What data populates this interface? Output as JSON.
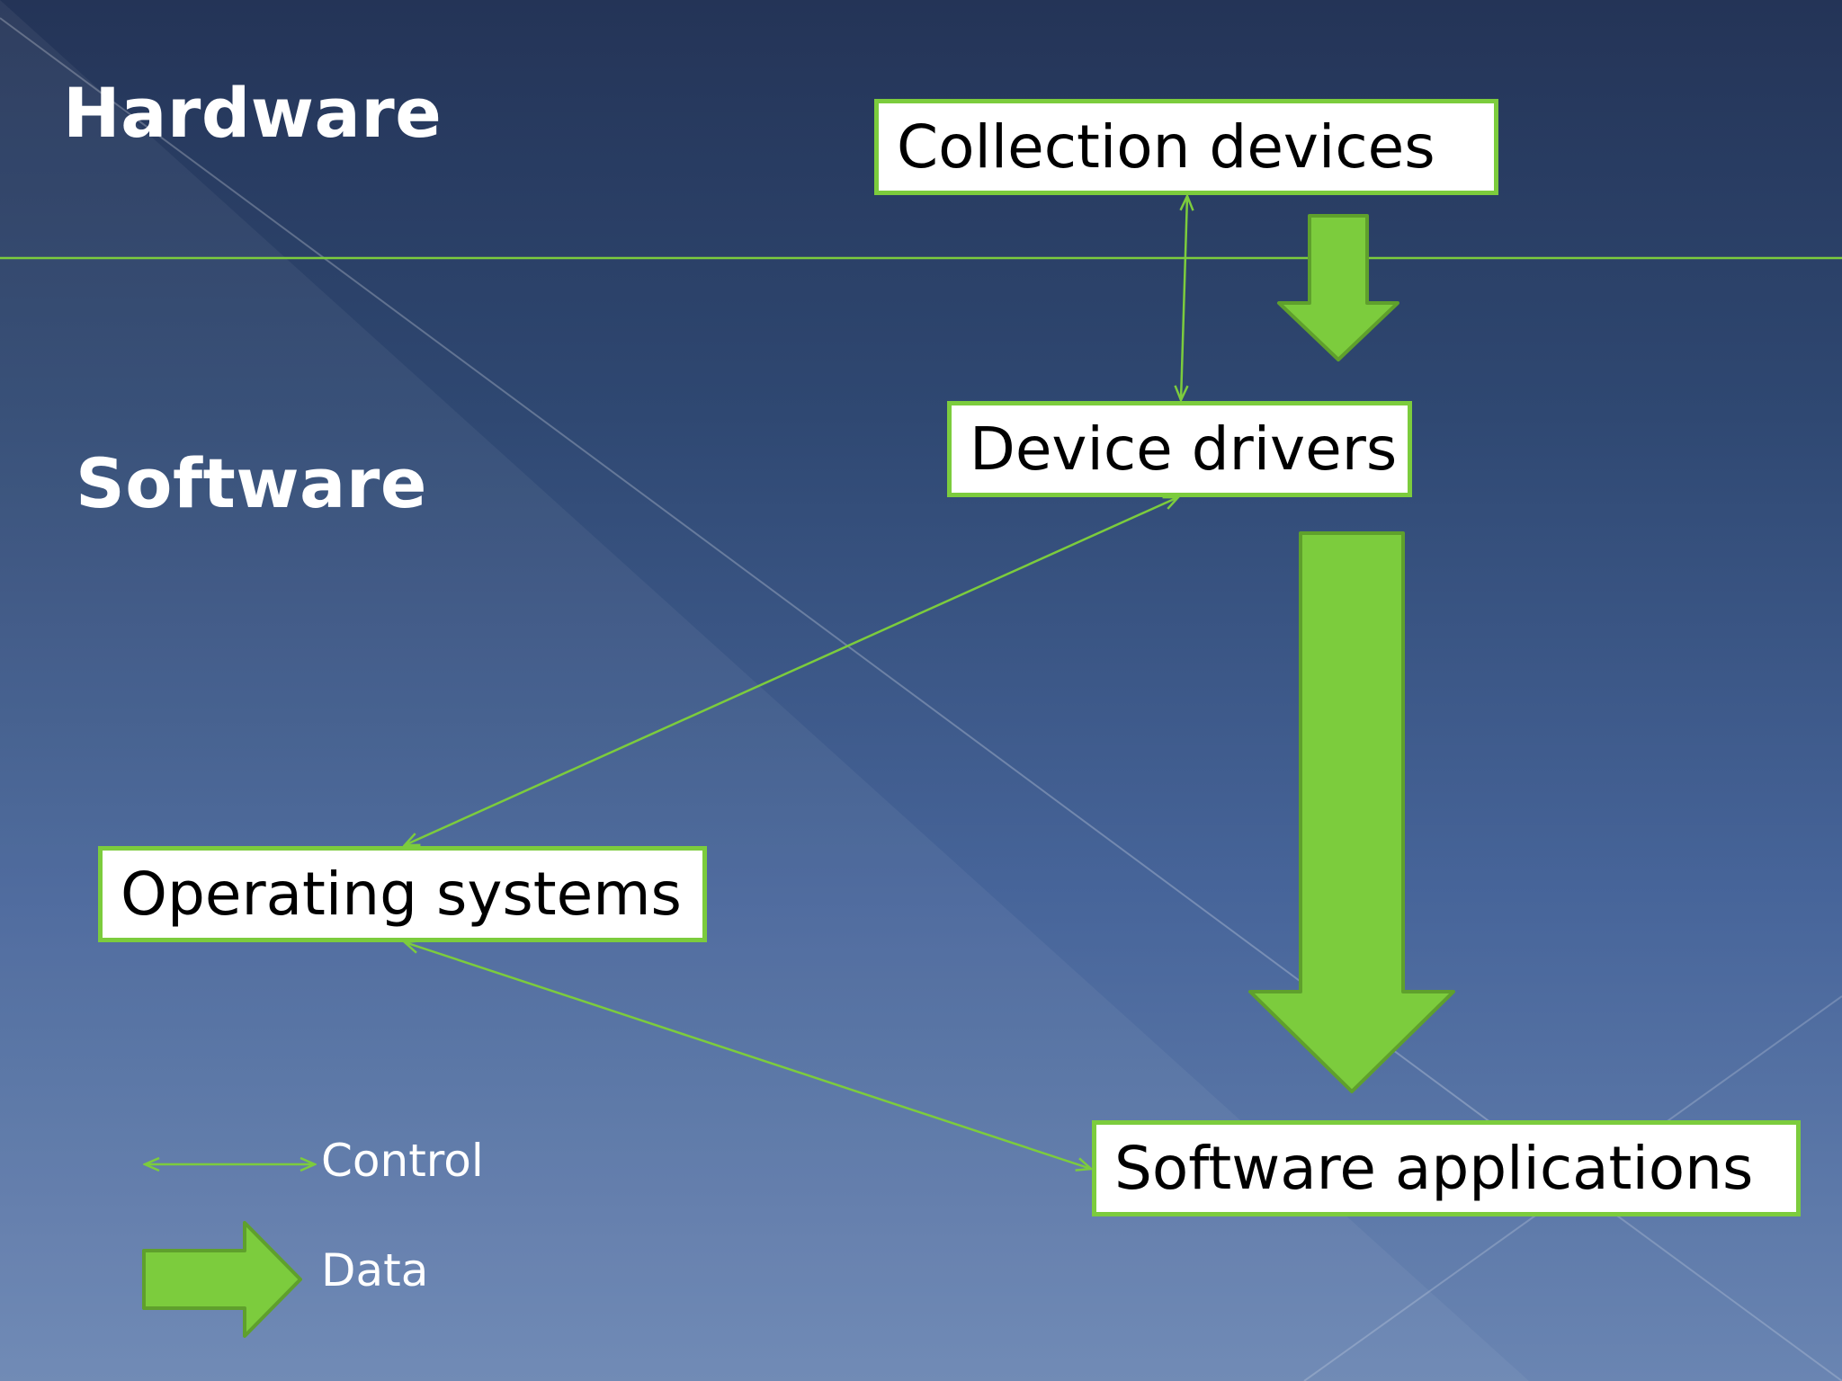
{
  "sections": {
    "hardware": "Hardware",
    "software": "Software"
  },
  "nodes": {
    "collection_devices": "Collection devices",
    "device_drivers": "Device drivers",
    "operating_systems": "Operating systems",
    "software_applications": "Software applications"
  },
  "legend": {
    "control": "Control",
    "data": "Data"
  },
  "edges": [
    {
      "from": "collection_devices",
      "to": "device_drivers",
      "kind": "control",
      "bidirectional": true
    },
    {
      "from": "collection_devices",
      "to": "device_drivers",
      "kind": "data"
    },
    {
      "from": "device_drivers",
      "to": "operating_systems",
      "kind": "control",
      "bidirectional": true
    },
    {
      "from": "device_drivers",
      "to": "software_applications",
      "kind": "data"
    },
    {
      "from": "operating_systems",
      "to": "software_applications",
      "kind": "control",
      "bidirectional": true
    }
  ],
  "colors": {
    "accent": "#7ccc3d",
    "accent_dark": "#5fa02c",
    "background_top": "#243457",
    "background_bottom": "#6a85b2",
    "label": "#ffffff",
    "node_fill": "#ffffff",
    "node_text": "#000000"
  }
}
